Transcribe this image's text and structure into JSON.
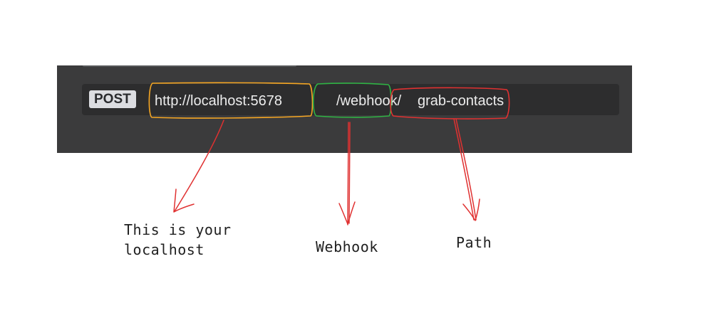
{
  "request": {
    "method": "POST",
    "url_parts": {
      "host": "http://localhost:5678",
      "webhook": "/webhook/",
      "path": "grab-contacts"
    }
  },
  "annotations": {
    "localhost": {
      "text": "This is your\nlocalhost",
      "color": "#f5a623"
    },
    "webhook": {
      "text": "Webhook",
      "color": "#2fb344"
    },
    "path": {
      "text": "Path",
      "color": "#e03131"
    }
  },
  "colors": {
    "panel_background": "#3b3b3c",
    "url_bar_background": "#2d2d2e",
    "badge_background": "#dcdde1",
    "arrow_color": "#e03131"
  }
}
